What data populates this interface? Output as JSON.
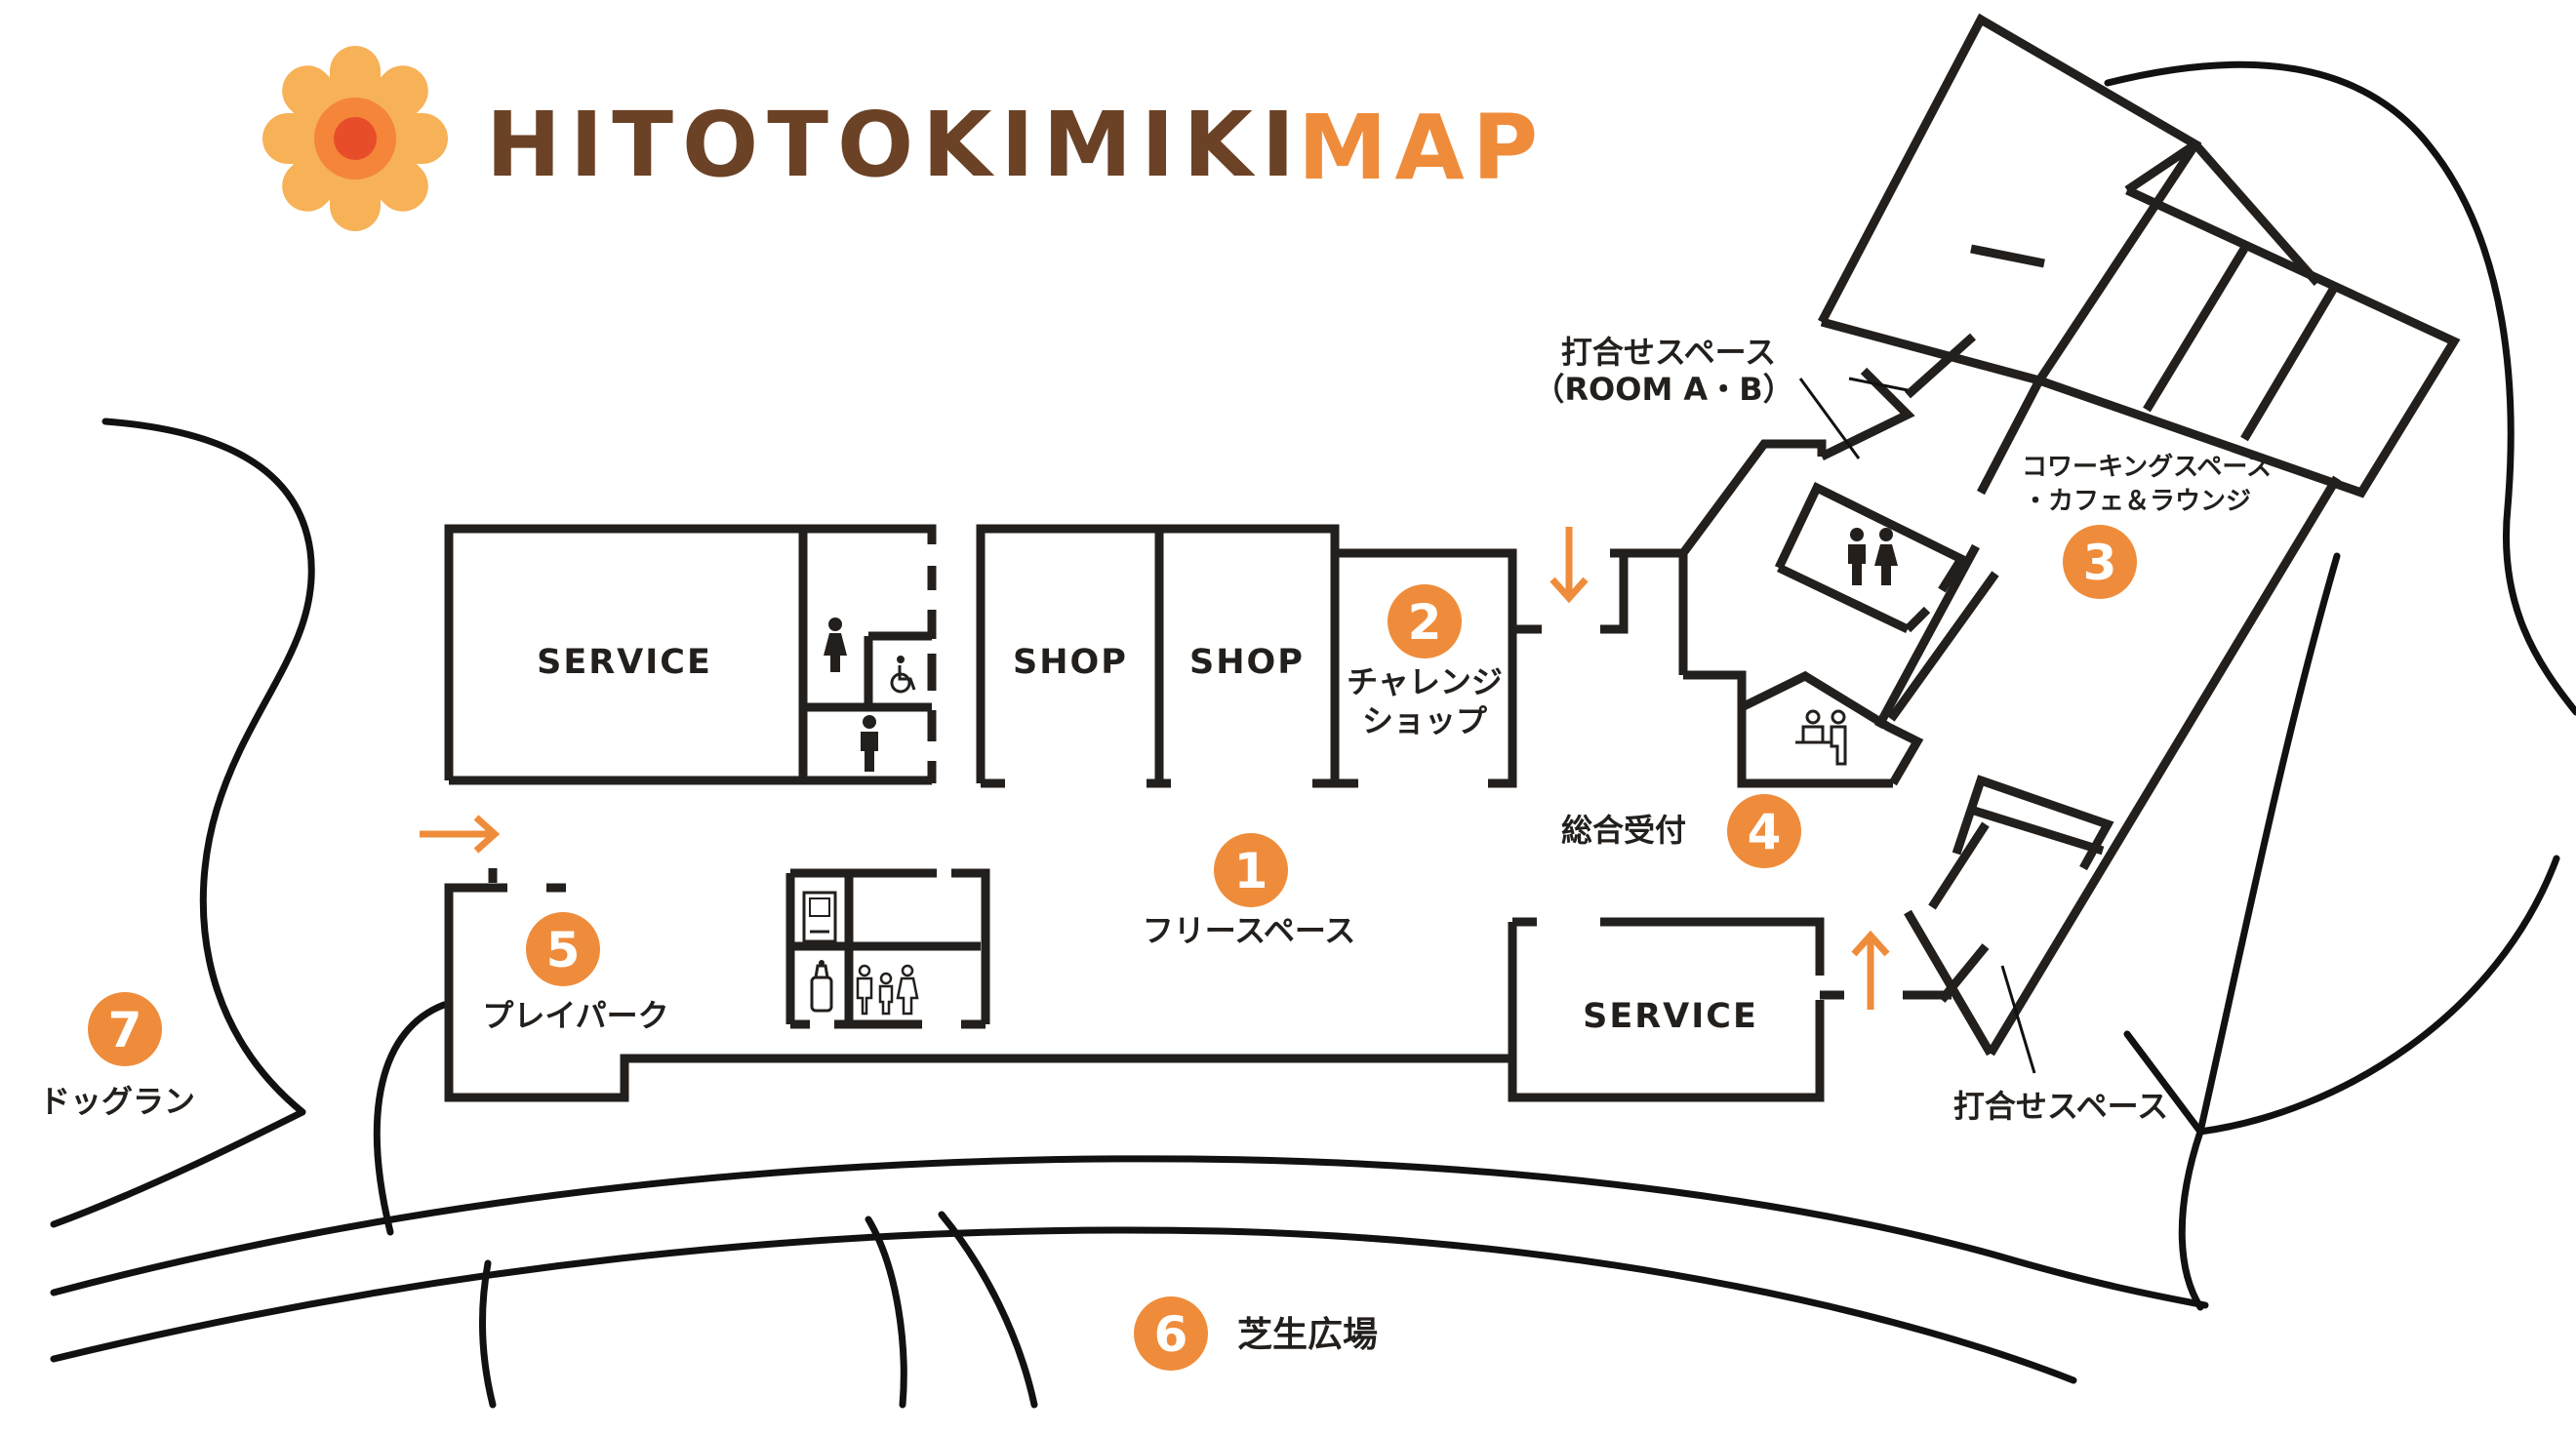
{
  "logo": {
    "brand": "HITOTOKIMIKI",
    "suffix": "MAP"
  },
  "colors": {
    "accent": "#ef8c3b",
    "ink": "#231f1c",
    "logo_brown": "#6b4226",
    "flower_inner": "#e84d2a",
    "flower_outer": "#f6a43a"
  },
  "rooms": {
    "service_main": "SERVICE",
    "shop_1": "SHOP",
    "shop_2": "SHOP",
    "service_bottom": "SERVICE"
  },
  "areas": [
    {
      "num": "1",
      "name": "フリースペース"
    },
    {
      "num": "2",
      "name_line1": "チャレンジ",
      "name_line2": "ショップ"
    },
    {
      "num": "3",
      "name_line1": "コワーキングスペース",
      "name_line2": "・カフェ＆ラウンジ"
    },
    {
      "num": "4",
      "name": "総合受付"
    },
    {
      "num": "5",
      "name": "プレイパーク"
    },
    {
      "num": "6",
      "name": "芝生広場"
    },
    {
      "num": "7",
      "name": "ドッグラン"
    }
  ],
  "callouts": {
    "meeting_ab_line1": "打合せスペース",
    "meeting_ab_line2": "（ROOM A・B）",
    "meeting_south": "打合せスペース"
  },
  "icons": [
    "female-toilet-icon",
    "male-toilet-icon",
    "wheelchair-icon",
    "restroom-icon",
    "reception-icon",
    "vending-machine-icon",
    "baby-bottle-icon",
    "family-room-icon",
    "entrance-arrow-icon"
  ]
}
